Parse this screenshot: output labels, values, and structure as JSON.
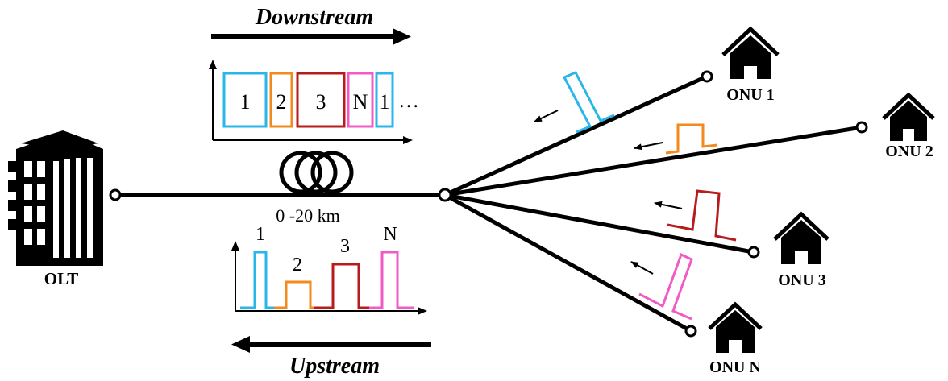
{
  "direction_labels": {
    "downstream": "Downstream",
    "upstream": "Upstream"
  },
  "olt_label": "OLT",
  "fiber_length_label": "0 -20 km",
  "onus": [
    {
      "label": "ONU 1",
      "color": "#29b6e8"
    },
    {
      "label": "ONU 2",
      "color": "#f28a1e"
    },
    {
      "label": "ONU 3",
      "color": "#b81b1b"
    },
    {
      "label": "ONU N",
      "color": "#f05cc4"
    }
  ],
  "downstream_frame": {
    "slots": [
      "1",
      "2",
      "3",
      "N",
      "1"
    ],
    "ellipsis": "…"
  },
  "upstream_bursts": [
    "1",
    "2",
    "3",
    "N"
  ],
  "colors": {
    "onu1": "#29b6e8",
    "onu2": "#f28a1e",
    "onu3": "#b81b1b",
    "onuN": "#f05cc4",
    "line": "#000000"
  }
}
